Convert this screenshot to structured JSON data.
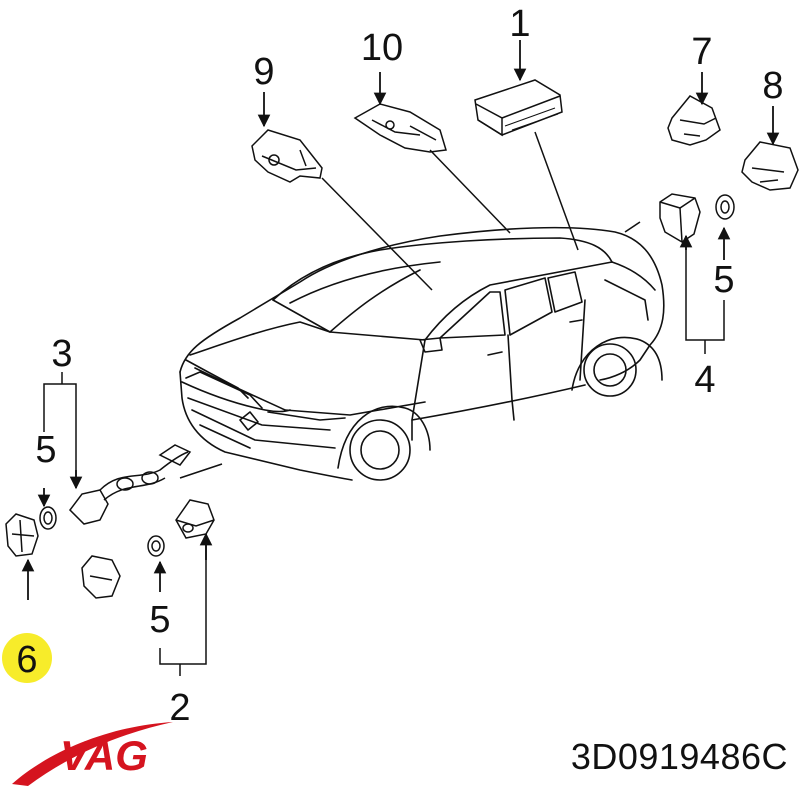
{
  "callouts": {
    "c1": "1",
    "c2": "2",
    "c3": "3",
    "c4": "4",
    "c5a": "5",
    "c5b": "5",
    "c5c": "5",
    "c6": "6",
    "c7": "7",
    "c8": "8",
    "c9": "9",
    "c10": "10"
  },
  "brand": {
    "name": "VAG"
  },
  "part_number": "3D0919486C",
  "colors": {
    "ink": "#111111",
    "highlight": "#f7ec2a",
    "logo_red": "#d5141f",
    "logo_blue": "#0d3b8a"
  }
}
